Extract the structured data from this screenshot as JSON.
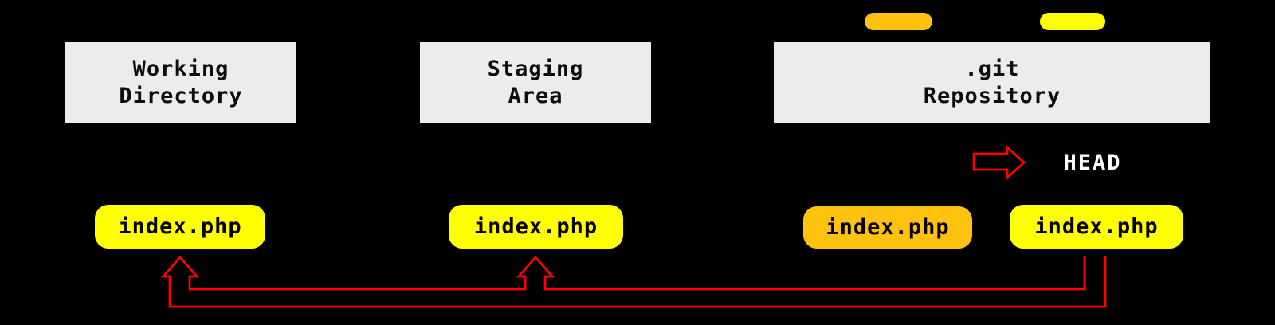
{
  "colors": {
    "background": "#000000",
    "box_fill": "#ECECEC",
    "box_text": "#0D0D0D",
    "yellow": "#FFFF00",
    "orange": "#FFC20E",
    "red": "#FF0000",
    "head_text": "#FFFFFF"
  },
  "columns": {
    "working_directory": {
      "label": "Working\nDirectory",
      "file": "index.php"
    },
    "staging_area": {
      "label": "Staging\nArea",
      "file": "index.php"
    },
    "git_repository": {
      "label": ".git\nRepository",
      "files": [
        {
          "name": "index.php",
          "variant": "orange"
        },
        {
          "name": "index.php",
          "variant": "yellow"
        }
      ],
      "commit_markers": [
        {
          "variant": "orange"
        },
        {
          "variant": "yellow"
        }
      ]
    }
  },
  "head": {
    "label": "HEAD"
  },
  "arrows": {
    "head_pointer": "red outlined right-pointing block arrow",
    "checkout_flow": "red outlined pipe from HEAD file to staging and working directory files with two up arrowheads"
  }
}
